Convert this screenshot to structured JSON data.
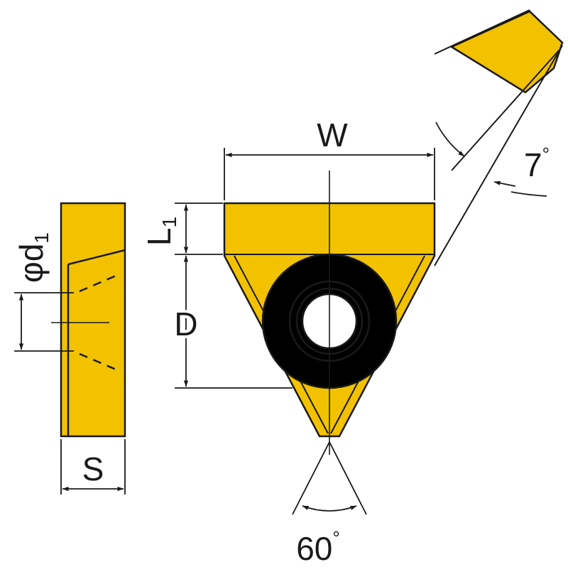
{
  "labels": {
    "width": "W",
    "length1": "L",
    "length1_sub": "1",
    "diameter": "D",
    "hole_diameter_phi": "φd",
    "hole_diameter_sub": "1",
    "thickness": "S",
    "clearance_angle": "7",
    "clearance_angle_unit": "°",
    "point_angle": "60",
    "point_angle_unit": "°"
  },
  "colors": {
    "insert_fill": "#f2c200",
    "outline": "#1a1a1a"
  }
}
